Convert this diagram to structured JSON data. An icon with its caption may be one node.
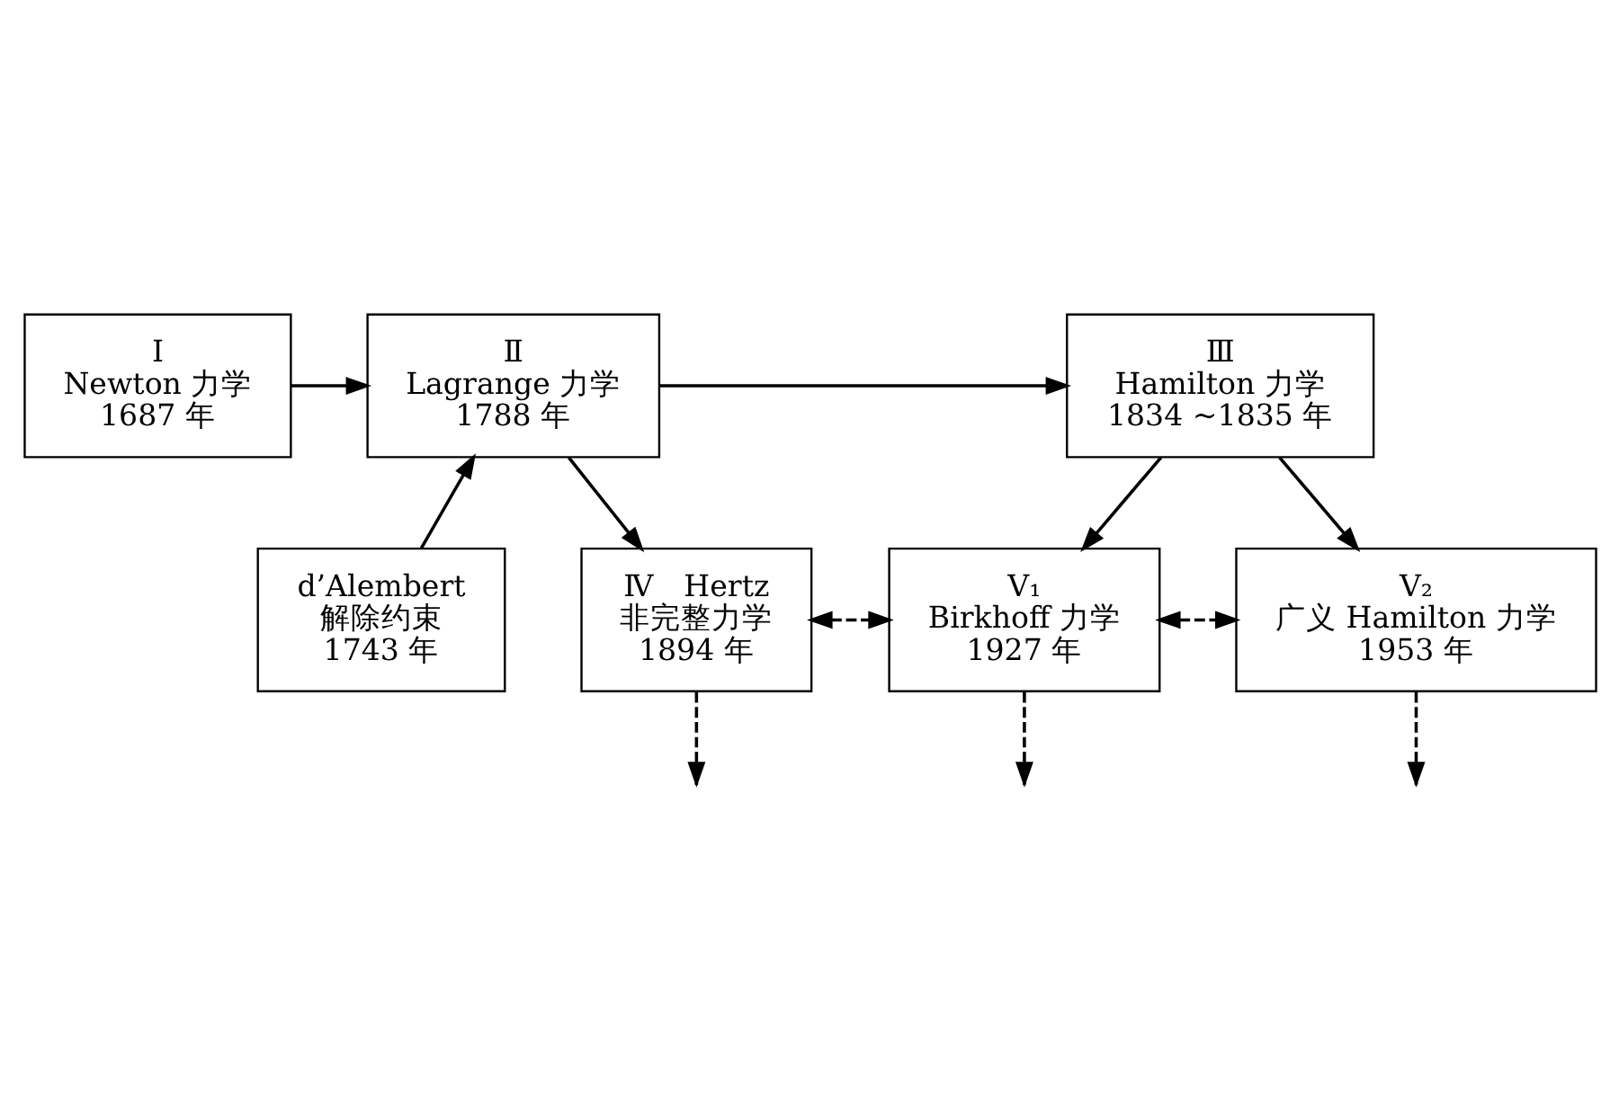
{
  "diagram": {
    "nodes": [
      {
        "text": [
          "Ⅰ",
          "Newton 力学",
          "1687 年"
        ]
      },
      {
        "text": [
          "Ⅱ",
          "Lagrange 力学",
          "1788 年"
        ]
      },
      {
        "text": [
          "Ⅲ",
          "Hamilton 力学",
          "1834 ~1835 年"
        ]
      },
      {
        "text": [
          "d’Alembert",
          "解除约束",
          "1743 年"
        ]
      },
      {
        "text": [
          "Ⅳ　Hertz",
          "非完整力学",
          "1894 年"
        ]
      },
      {
        "text": [
          "V₁",
          "Birkhoff 力学",
          "1927 年"
        ]
      },
      {
        "text": [
          "V₂",
          "广义 Hamilton 力学",
          "1953 年"
        ]
      }
    ],
    "edges": [
      {
        "from": 0,
        "to": 1,
        "arrow": "to"
      },
      {
        "from": 3,
        "to": 1,
        "arrow": "to"
      },
      {
        "from": 1,
        "to": 2,
        "arrow": "to"
      },
      {
        "from": 1,
        "to": 4,
        "arrow": "to"
      },
      {
        "from": 2,
        "to": 5,
        "arrow": "to"
      },
      {
        "from": 2,
        "to": 6,
        "arrow": "to"
      },
      {
        "from": 4,
        "to": 5,
        "arrow": "both",
        "style": "dashed"
      },
      {
        "from": 5,
        "to": 6,
        "arrow": "both",
        "style": "dashed"
      },
      {
        "from": 4,
        "to": null,
        "arrow": "to",
        "style": "dashed"
      },
      {
        "from": 5,
        "to": null,
        "arrow": "to",
        "style": "dashed"
      },
      {
        "from": 6,
        "to": null,
        "arrow": "to",
        "style": "dashed"
      }
    ]
  }
}
